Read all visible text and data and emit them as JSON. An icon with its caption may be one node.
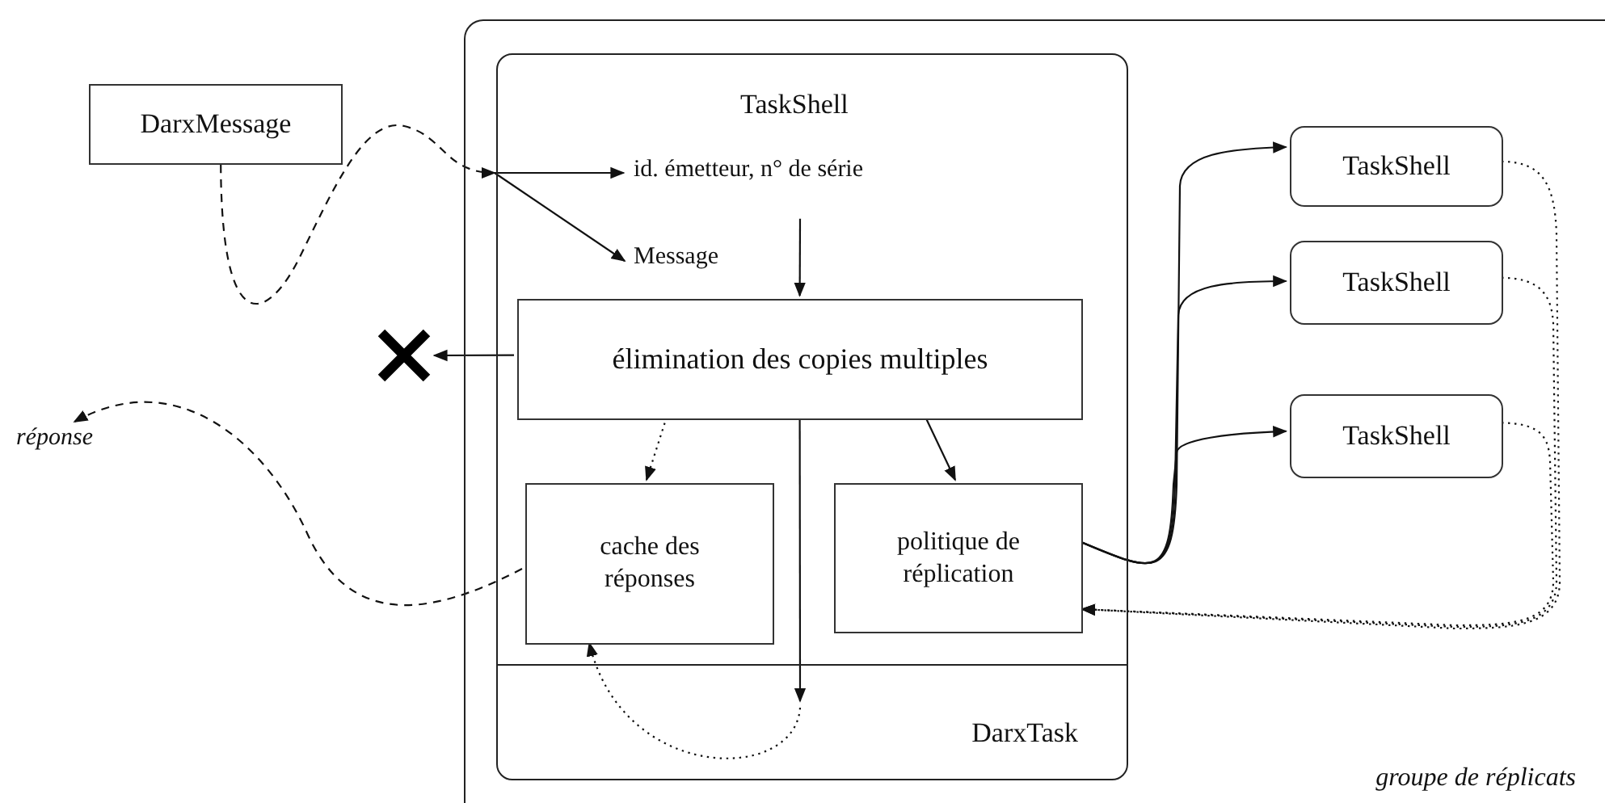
{
  "diagram": {
    "nodes": [
      {
        "text": [
          "groupe de réplicats"
        ]
      },
      {
        "text": [
          "DarxMessage"
        ]
      },
      {
        "text": [
          "TaskShell",
          "DarxTask"
        ],
        "in": 0
      },
      {
        "text": [
          "id. émetteur, n° de série"
        ],
        "in": 2
      },
      {
        "text": [
          "Message"
        ],
        "in": 2
      },
      {
        "text": [
          "élimination des copies multiples"
        ],
        "in": 2
      },
      {
        "text": [
          "cache des réponses"
        ],
        "in": 2
      },
      {
        "text": [
          "politique de réplication"
        ],
        "in": 2
      },
      {
        "text": [
          "TaskShell"
        ],
        "in": 0
      },
      {
        "text": [
          "TaskShell"
        ],
        "in": 0
      },
      {
        "text": [
          "TaskShell"
        ],
        "in": 0
      },
      {
        "text": [],
        "shape": "cross"
      },
      {
        "text": [
          "réponse"
        ]
      }
    ],
    "edges": [
      {
        "from": 1,
        "to": 2,
        "arrow": "to",
        "style": "dashed"
      },
      {
        "from": null,
        "to": 3,
        "arrow": "to"
      },
      {
        "from": null,
        "to": 4,
        "arrow": "to"
      },
      {
        "from": 3,
        "to": 5,
        "arrow": "to"
      },
      {
        "from": 5,
        "to": 11,
        "arrow": "to"
      },
      {
        "from": 5,
        "to": 6,
        "arrow": "to",
        "style": "dashed"
      },
      {
        "from": 5,
        "to": 7,
        "arrow": "to"
      },
      {
        "from": 5,
        "to": null,
        "arrow": "to"
      },
      {
        "from": null,
        "to": 6,
        "arrow": "to",
        "style": "dashed"
      },
      {
        "from": 6,
        "to": 12,
        "arrow": "to",
        "style": "dashed"
      },
      {
        "from": 7,
        "to": 8,
        "arrow": "to"
      },
      {
        "from": 7,
        "to": 9,
        "arrow": "to"
      },
      {
        "from": 7,
        "to": 10,
        "arrow": "to"
      },
      {
        "from": 8,
        "to": 7,
        "arrow": "to",
        "style": "dashed"
      },
      {
        "from": 9,
        "to": 7,
        "arrow": "to",
        "style": "dashed"
      },
      {
        "from": 10,
        "to": 7,
        "arrow": "to",
        "style": "dashed"
      }
    ]
  }
}
